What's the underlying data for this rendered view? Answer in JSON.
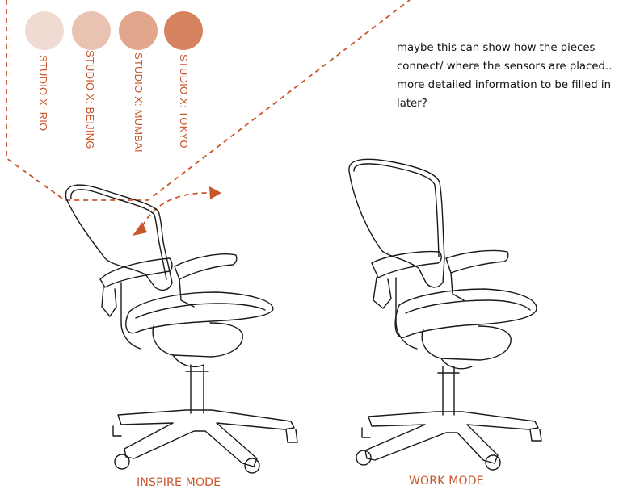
{
  "accent_color": "#c9552b",
  "studios": [
    {
      "label": "STUDIO X: RIO",
      "color": "#f0dbd2"
    },
    {
      "label": "STUDIO X: BEIJING",
      "color": "#eac2b2"
    },
    {
      "label": "STUDIO X: MUMBAI",
      "color": "#e2a68d"
    },
    {
      "label": "STUDIO X: TOKYO",
      "color": "#d6825f"
    }
  ],
  "note": "maybe this can show how the pieces connect/ where the sensors are placed.. more detailed information to be filled in later?",
  "modes": {
    "inspire": "INSPIRE MODE",
    "work": "WORK MODE"
  },
  "icons": [
    "dashed-callout-arrow",
    "office-chair"
  ]
}
